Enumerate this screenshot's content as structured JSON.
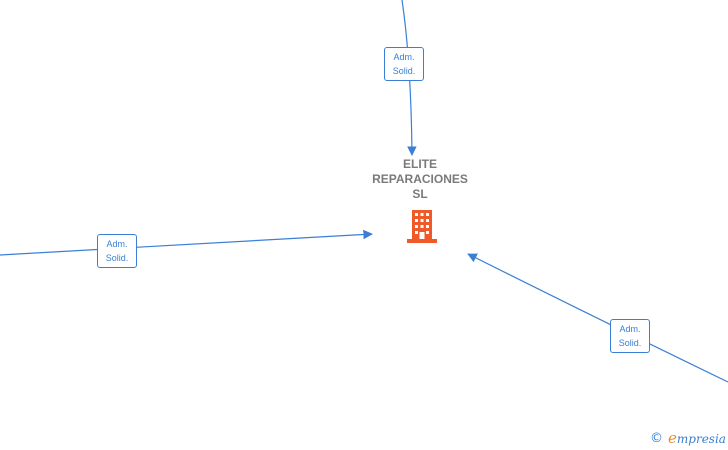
{
  "company": {
    "name_line1": "ELITE",
    "name_line2": "REPARACIONES",
    "name_line3": "SL",
    "icon": "building-icon",
    "icon_color": "#f05a28"
  },
  "relations": [
    {
      "label_line1": "Adm.",
      "label_line2": "Solid.",
      "direction": "top"
    },
    {
      "label_line1": "Adm.",
      "label_line2": "Solid.",
      "direction": "left"
    },
    {
      "label_line1": "Adm.",
      "label_line2": "Solid.",
      "direction": "bottom-right"
    }
  ],
  "footer": {
    "copyright_symbol": "©",
    "brand_initial": "e",
    "brand_rest": "mpresia"
  },
  "colors": {
    "edge": "#3a7fd5",
    "company_text": "#7a7a7a",
    "brand_accent": "#f08a24"
  }
}
